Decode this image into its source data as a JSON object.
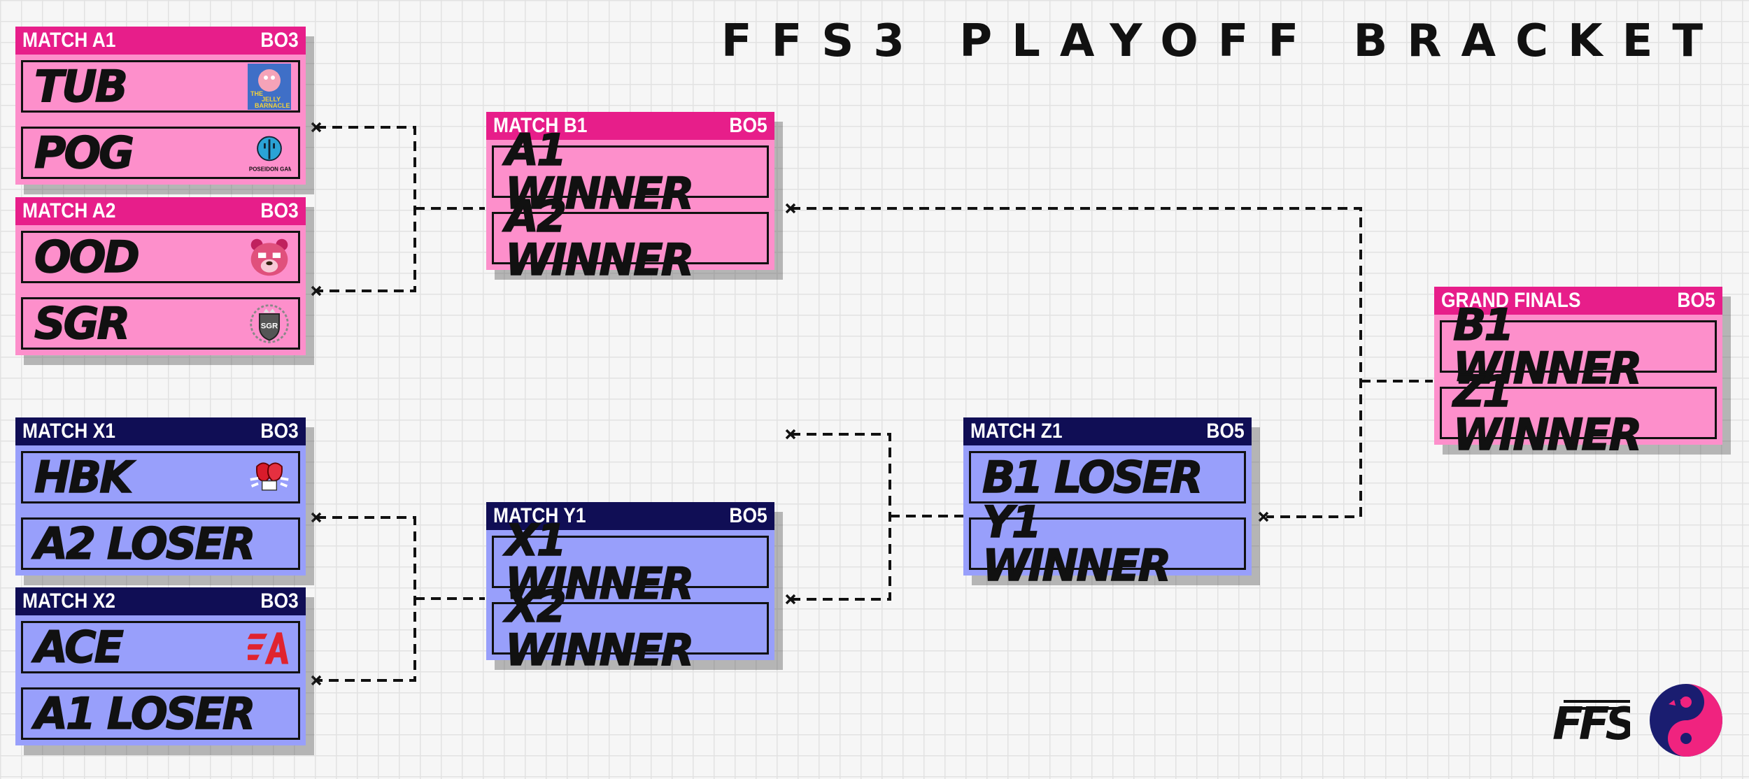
{
  "title": "FFS3 PLAYOFF BRACKET",
  "colors": {
    "pink_header": "#e71e8a",
    "pink_body": "#fd8fcb",
    "blue_header": "#100e55",
    "blue_body": "#989ffb"
  },
  "matches": {
    "a1": {
      "name": "MATCH A1",
      "format": "BO3",
      "slots": [
        "TUB",
        "POG"
      ]
    },
    "a2": {
      "name": "MATCH A2",
      "format": "BO3",
      "slots": [
        "OOD",
        "SGR"
      ]
    },
    "b1": {
      "name": "MATCH B1",
      "format": "BO5",
      "slots": [
        "A1 WINNER",
        "A2 WINNER"
      ]
    },
    "x1": {
      "name": "MATCH X1",
      "format": "BO3",
      "slots": [
        "HBK",
        "A2 LOSER"
      ]
    },
    "x2": {
      "name": "MATCH X2",
      "format": "BO3",
      "slots": [
        "ACE",
        "A1 LOSER"
      ]
    },
    "y1": {
      "name": "MATCH Y1",
      "format": "BO5",
      "slots": [
        "X1 WINNER",
        "X2 WINNER"
      ]
    },
    "z1": {
      "name": "MATCH Z1",
      "format": "BO5",
      "slots": [
        "B1 LOSER",
        "Y1 WINNER"
      ]
    },
    "gf": {
      "name": "GRAND FINALS",
      "format": "BO5",
      "slots": [
        "B1 WINNER",
        "Z1 WINNER"
      ]
    }
  },
  "logos": {
    "tub": {
      "icon": "jelly-barnacle-logo",
      "text": [
        "THE",
        "JELLY",
        "BARNACLE"
      ]
    },
    "pog": {
      "icon": "poseidon-gaming-logo",
      "text": "POSEIDON GAMING"
    },
    "ood": {
      "icon": "pink-bear-logo"
    },
    "sgr": {
      "icon": "sgr-crest-logo",
      "text": "SGR"
    },
    "hbk": {
      "icon": "red-boxing-gloves-logo"
    },
    "ace": {
      "icon": "ace-red-logo"
    }
  },
  "footer": {
    "brand_logo": {
      "icon": "ffs-logo",
      "text": "FFS"
    },
    "org_logo": {
      "icon": "yin-yang-creature-logo"
    }
  }
}
